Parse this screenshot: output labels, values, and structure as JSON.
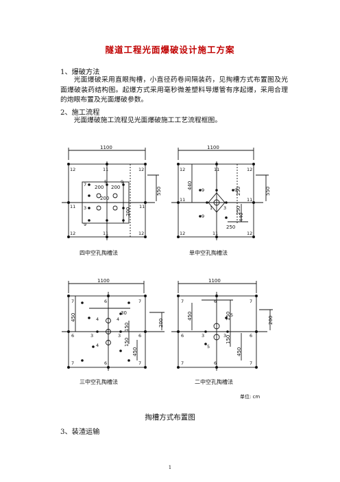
{
  "doc": {
    "title": "隧道工程光面爆破设计施工方案",
    "section1_heading": "1、爆破方法",
    "section1_body": "光面爆破采用直眼掏槽，小直径药卷间隔装药，见掏槽方式布置图及光面爆破装药结构图。起爆方式采用毫秒微差塑料导爆管有序起爆，采用合理的炮眼布置及光面爆破参数。",
    "section2_heading": "2、施工流程",
    "section2_body": "光面爆破施工流程见光面爆破施工工艺流程框图。",
    "section3_heading": "3、装渣运输",
    "page_number": "1"
  },
  "figure": {
    "title": "掏槽方式布置图",
    "unit": "单位: cm",
    "captions": [
      "四中空孔掏槽法",
      "单中空孔掏槽法",
      "三中空孔掏槽法",
      "二中空孔掏槽法"
    ],
    "dims": {
      "width": "1100",
      "d550": "550",
      "d200": "200",
      "d250": "250",
      "d440": "440",
      "d450": "450",
      "d150": "150",
      "d30": "30"
    },
    "hole_labels": {
      "n12": "12",
      "n11": "11",
      "n9": "9",
      "n7": "7",
      "n5": "5",
      "n3": "3",
      "n1": "1",
      "n6": "6",
      "n4": "4"
    }
  }
}
